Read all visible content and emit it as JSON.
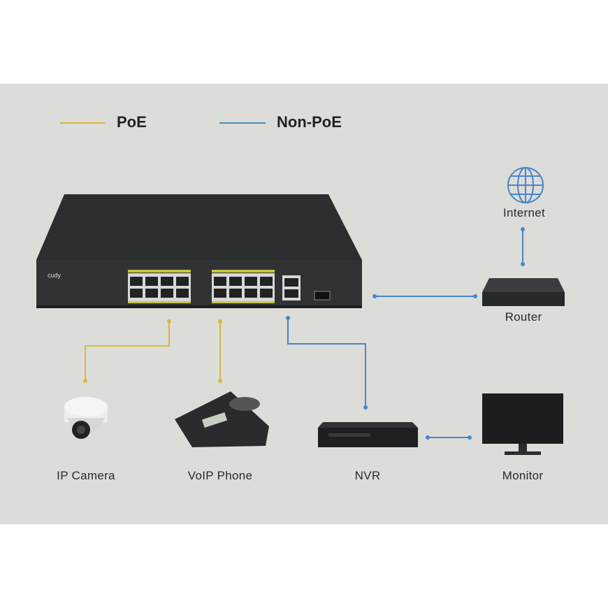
{
  "legend": {
    "poe_label": "PoE",
    "non_poe_label": "Non-PoE",
    "poe_color": "#d7b83c",
    "non_poe_color": "#4a86c6"
  },
  "switch": {
    "brand": "cudy"
  },
  "devices": {
    "internet": "Internet",
    "router": "Router",
    "ip_camera": "IP Camera",
    "voip_phone": "VoIP Phone",
    "nvr": "NVR",
    "monitor": "Monitor"
  }
}
